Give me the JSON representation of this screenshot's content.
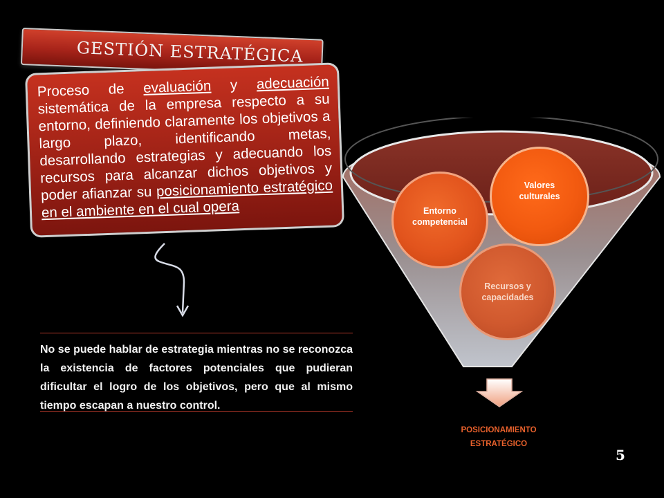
{
  "title": "GESTIÓN ESTRATÉGICA",
  "definition": {
    "part1": "Proceso de ",
    "evaluacion": "evaluación",
    "part2": " y ",
    "adecuacion": "adecuación",
    "part3": " sistemática de la empresa respecto a su entorno, definiendo claramente los objetivos a largo plazo, identificando metas, desarrollando estrategias y adecuando los recursos para alcanzar dichos objetivos y poder afianzar su ",
    "posicionamiento": "posicionamiento estratégico en el ambiente en el cual opera"
  },
  "note": "No se puede hablar de estrategia mientras no se reconozca la existencia de factores potenciales que pudieran dificultar el logro de los objetivos, pero que al mismo tiempo escapan a nuestro control.",
  "funnel": {
    "entorno": "Entorno competencial",
    "valores": "Valores culturales",
    "recursos": "Recursos y capacidades",
    "output_line1": "POSICIONAMIENTO",
    "output_line2": "ESTRATÉGICO"
  },
  "page_number": "5",
  "colors": {
    "accent_red": "#a8241a",
    "accent_orange": "#e8612c",
    "background": "#000000"
  }
}
